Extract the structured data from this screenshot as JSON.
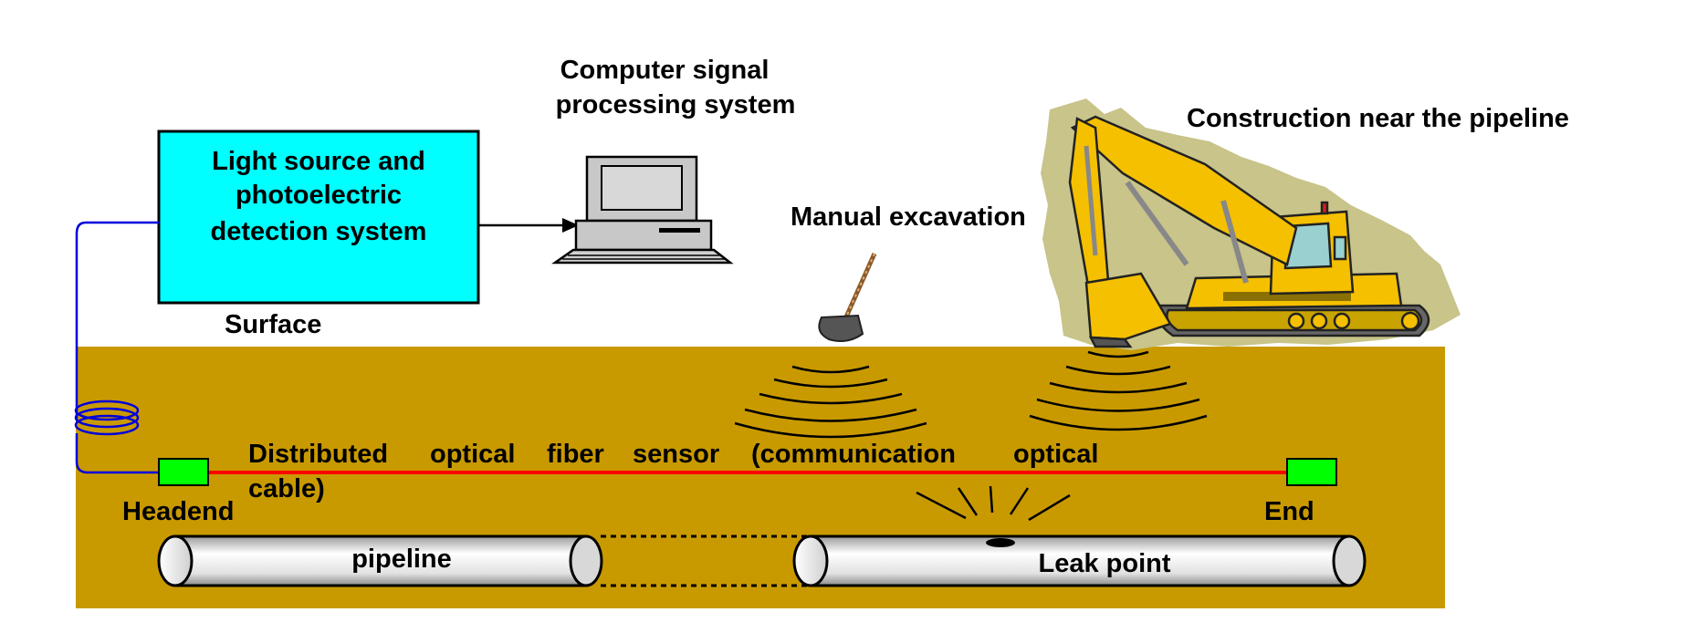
{
  "labels": {
    "light_source_line1": "Light source and",
    "light_source_line2": "photoelectric",
    "light_source_line3": "detection system",
    "computer_line1": "Computer signal",
    "computer_line2": "processing system",
    "manual_excavation": "Manual excavation",
    "construction": "Construction near the pipeline",
    "surface": "Surface",
    "sensor_line1_words": [
      "Distributed",
      "optical",
      "fiber",
      "sensor",
      "(communication",
      "optical"
    ],
    "sensor_line2": "cable)",
    "headend": "Headend",
    "end": "End",
    "pipeline": "pipeline",
    "leak_point": "Leak point"
  },
  "colors": {
    "ground": "#C99A00",
    "detection_box": "#00FFFF",
    "fiber_cable": "#FF0000",
    "fiber_lead": "#0000DD",
    "sensor_node": "#00FF00",
    "excavator": "#F5C000",
    "construction_bg": "#C8C48A"
  },
  "icons": [
    "computer-icon",
    "shovel-icon",
    "excavator-icon"
  ]
}
